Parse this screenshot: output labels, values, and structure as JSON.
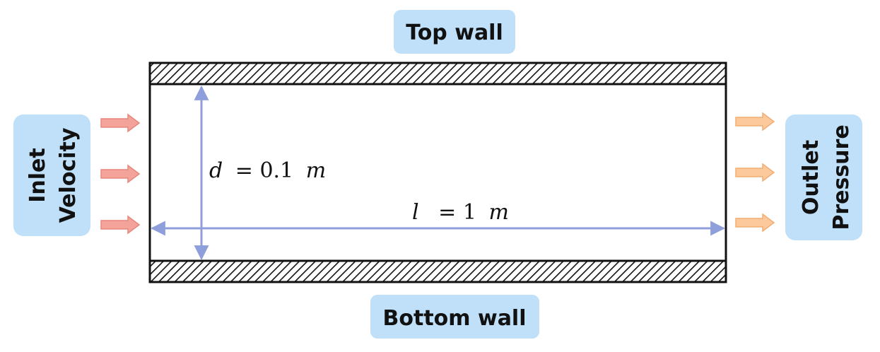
{
  "labels": {
    "top_wall": "Top wall",
    "bottom_wall": "Bottom wall",
    "inlet_line1": "Inlet",
    "inlet_line2": "Velocity",
    "outlet_line1": "Outlet",
    "outlet_line2": "Pressure"
  },
  "dimensions": {
    "d_symbol": "d",
    "d_value": "= 0.1",
    "d_unit": "m",
    "l_symbol": "l",
    "l_value": "= 1",
    "l_unit": "m"
  },
  "colors": {
    "label_box": "#bfe0f8",
    "inlet_arrow": "#f4a39a",
    "inlet_arrow_stroke": "#e8877c",
    "outlet_arrow": "#fcc99c",
    "outlet_arrow_stroke": "#f2ad72",
    "dimension_line": "#8f9fdc",
    "wall": "#111111"
  },
  "icons": {
    "inlet": "inlet-arrow-icon",
    "outlet": "outlet-arrow-icon"
  }
}
